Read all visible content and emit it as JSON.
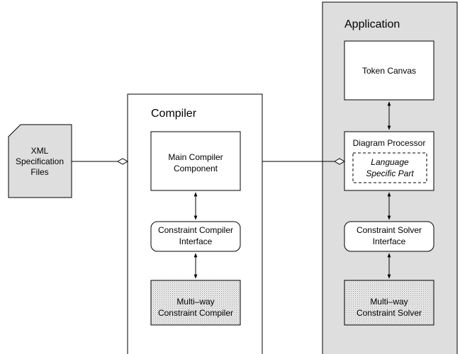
{
  "files": {
    "line1": "XML",
    "line2": "Specification",
    "line3": "Files"
  },
  "compiler": {
    "title": "Compiler",
    "main": {
      "line1": "Main Compiler",
      "line2": "Component"
    },
    "interface": {
      "line1": "Constraint Compiler",
      "line2": "Interface"
    },
    "engine": {
      "line1": "Multi–way",
      "line2": "Constraint Compiler"
    }
  },
  "application": {
    "title": "Application",
    "canvas": {
      "label": "Token Canvas"
    },
    "processor": {
      "label": "Diagram Processor",
      "part_line1": "Language",
      "part_line2": "Specific Part"
    },
    "interface": {
      "line1": "Constraint Solver",
      "line2": "Interface"
    },
    "solver": {
      "line1": "Multi–way",
      "line2": "Constraint Solver"
    }
  },
  "colors": {
    "application_bg": "#dedede",
    "file_bg": "#dedede",
    "stroke": "#000000"
  }
}
